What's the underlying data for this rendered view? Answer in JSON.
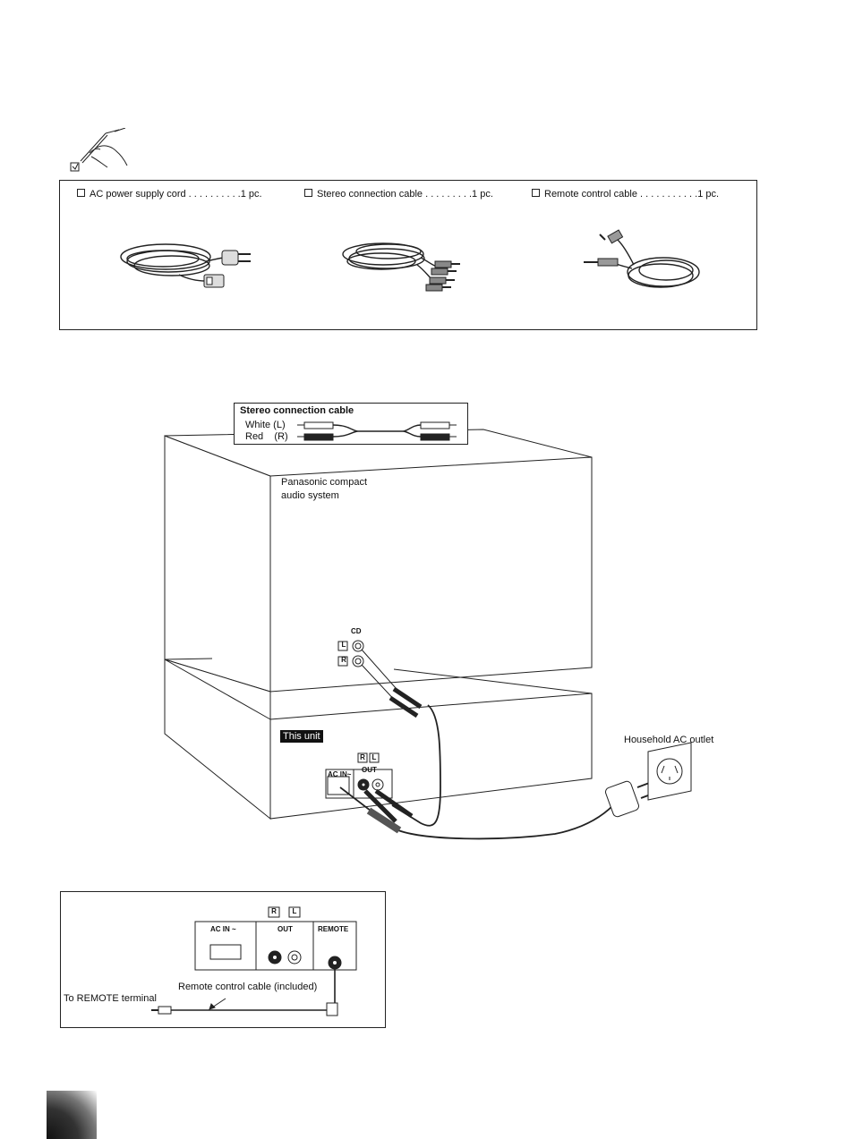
{
  "accessories": {
    "items": [
      {
        "label": "AC power supply cord",
        "dots": " . . . . . . . . . .",
        "qty": "1 pc."
      },
      {
        "label": "Stereo connection cable",
        "dots": " . . . . . . . . .",
        "qty": "1 pc."
      },
      {
        "label": "Remote control cable",
        "dots": " . . . . . . . . . . .",
        "qty": "1 pc."
      }
    ]
  },
  "connection_diagram": {
    "stereo_cable": {
      "title": "Stereo connection cable",
      "white": "White  (L)",
      "red": "Red    (R)"
    },
    "system_label_line1": "Panasonic compact",
    "system_label_line2": "audio system",
    "cd_label": "CD",
    "left_marker": "L",
    "right_marker": "R",
    "this_unit": "This unit",
    "ac_in": "AC IN~",
    "out": "OUT",
    "outlet_label": "Household AC outlet"
  },
  "remote_diagram": {
    "ac_in": "AC IN ~",
    "out": "OUT",
    "remote": "REMOTE",
    "right_marker": "R",
    "left_marker": "L",
    "cable_label": "Remote control cable (included)",
    "terminal_label": "To REMOTE terminal"
  }
}
